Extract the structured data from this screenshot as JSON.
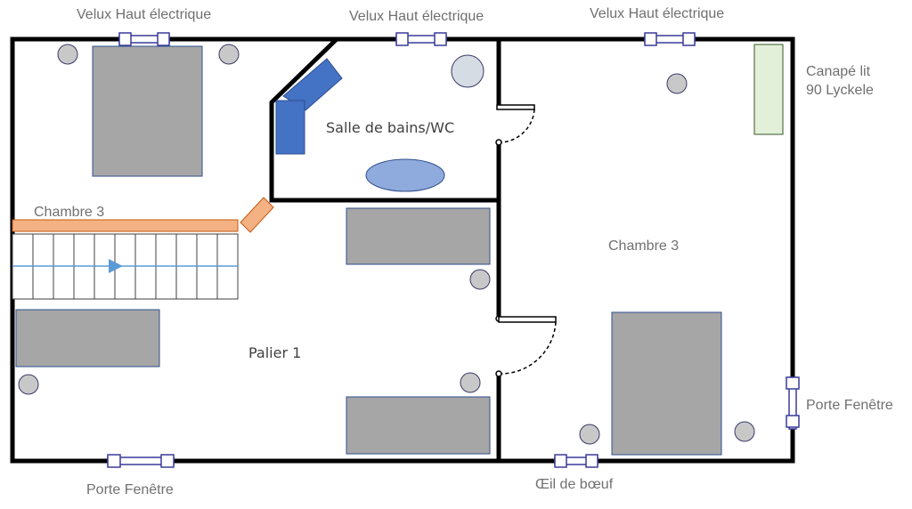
{
  "labels": {
    "velux_left": "Velux Haut électrique",
    "velux_middle": "Velux Haut électrique",
    "velux_right": "Velux Haut électrique",
    "canape_line1": "Canapé lit",
    "canape_line2": "90 Lyckele",
    "chambre_stairs": "Chambre 3",
    "salle_de_bains": "Salle de bains/WC",
    "chambre_right": "Chambre 3",
    "palier": "Palier 1",
    "porte_fenetre_right": "Porte Fenêtre",
    "porte_fenetre_bottom": "Porte Fenêtre",
    "oeil_de_boeuf": "Œil de bœuf"
  },
  "colors": {
    "wall": "#000000",
    "furniture_gray": "#a6a6a6",
    "furniture_border": "#2f4f8f",
    "light_fixture": "#c8c8c8",
    "window_frame": "#3a3a9a",
    "bath_blue": "#4472c4",
    "basin_blue": "#8faadc",
    "sofa_green": "#e2efd9",
    "stair_orange": "#f4b183",
    "arrow_blue": "#5b9bd5"
  }
}
